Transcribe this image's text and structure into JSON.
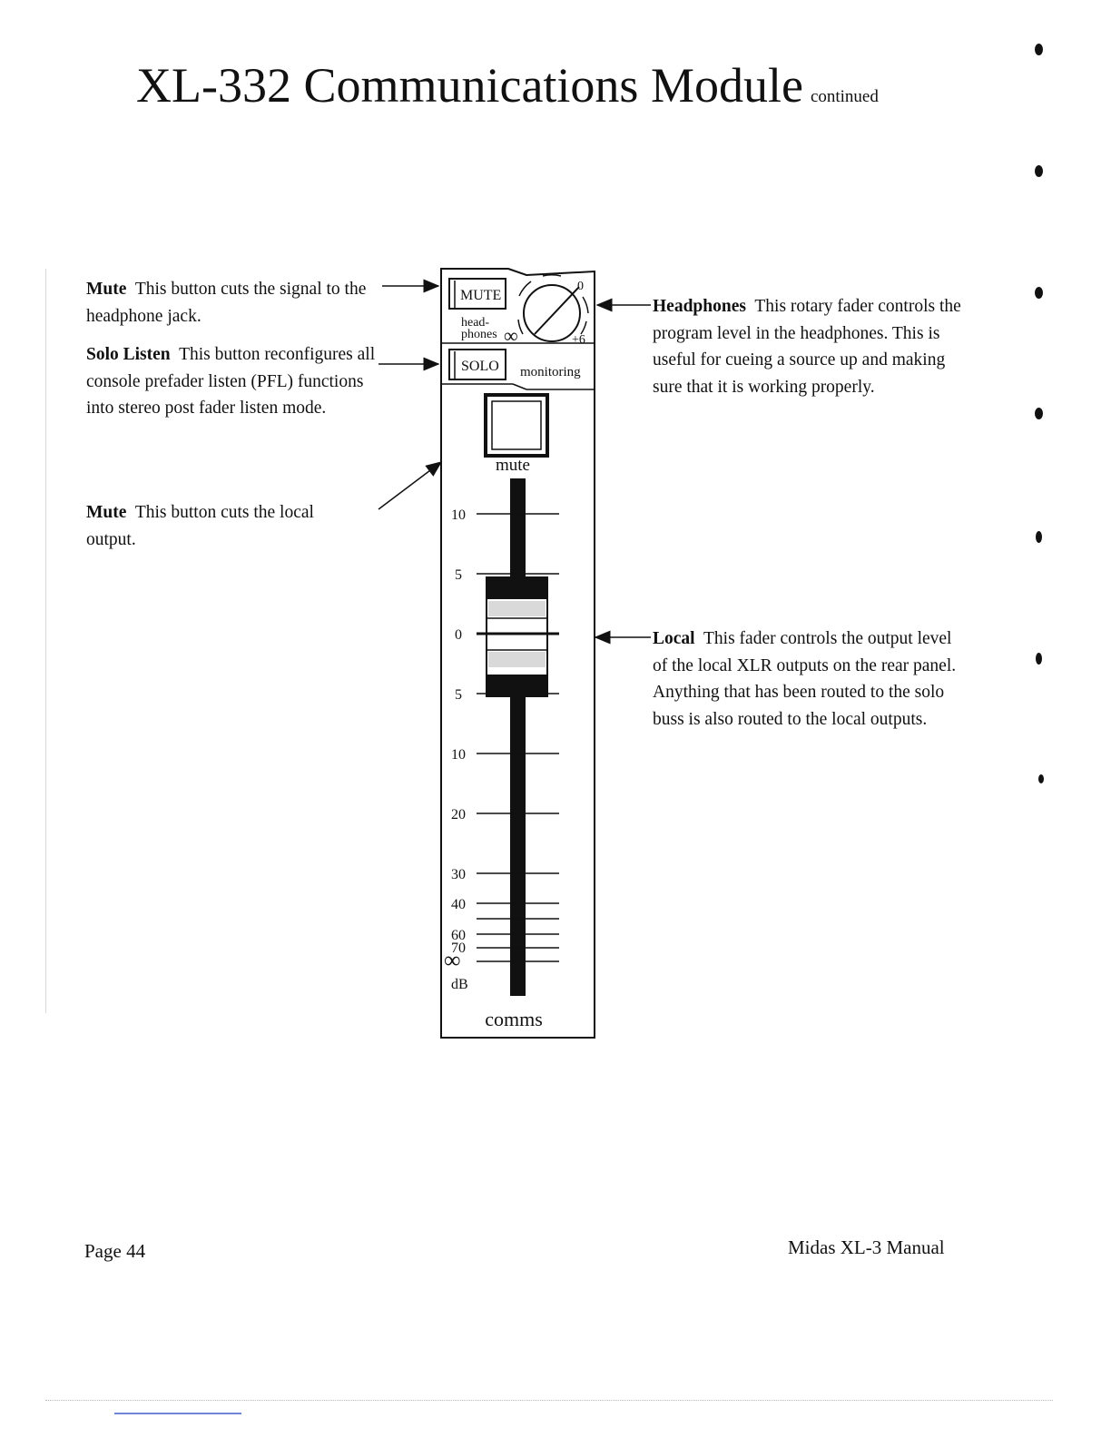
{
  "header": {
    "title": "XL-332 Communications Module",
    "title_suffix": "continued"
  },
  "left_descriptions": [
    {
      "term": "Mute",
      "text": "This button cuts the signal to the headphone jack."
    },
    {
      "term": "Solo Listen",
      "text": "This button reconfigures all console prefader listen (PFL) functions into stereo post fader listen mode."
    },
    {
      "term": "Mute",
      "text": "This button cuts the local output."
    }
  ],
  "right_descriptions": [
    {
      "term": "Headphones",
      "text": "This rotary fader controls the program level in the headphones. This is useful for cueing a source up and making sure that it is working properly."
    },
    {
      "term": "Local",
      "text": "This fader controls the output level of the local XLR outputs on the rear panel. Anything that has been routed to the solo buss is also routed to the local outputs."
    }
  ],
  "panel": {
    "mute_small_label": "MUTE",
    "headphones_label_1": "head-",
    "headphones_label_2": "phones",
    "knob_zero": "0",
    "knob_plus6": "+6",
    "knob_inf": "∞",
    "solo_label": "SOLO",
    "monitoring_label": "monitoring",
    "mute_big_label": "mute",
    "scale": [
      "10",
      "5",
      "0",
      "5",
      "10",
      "20",
      "30",
      "40",
      "60",
      "70",
      "∞"
    ],
    "db_label": "dB",
    "module_label": "comms"
  },
  "footer": {
    "page": "Page 44",
    "manual": "Midas XL-3 Manual"
  }
}
